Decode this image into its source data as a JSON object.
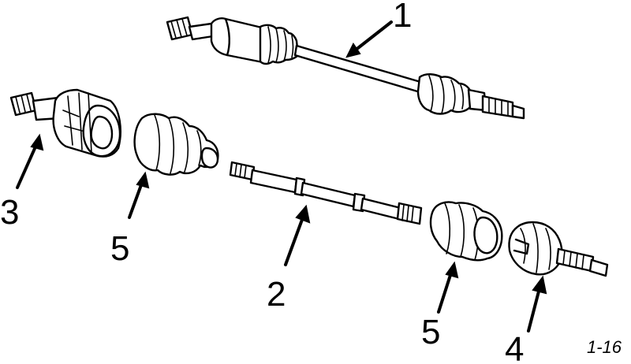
{
  "diagram": {
    "parts": [
      {
        "callout": "1",
        "icon": "complete-drive-shaft-assembly"
      },
      {
        "callout": "2",
        "icon": "bare-axle-shaft"
      },
      {
        "callout": "3",
        "icon": "inner-cv-joint-housing"
      },
      {
        "callout": "4",
        "icon": "outer-cv-joint"
      },
      {
        "callout": "5",
        "icon": "cv-boot-inner"
      },
      {
        "callout": "5",
        "icon": "cv-boot-outer"
      }
    ],
    "figure_id": "1-16"
  }
}
